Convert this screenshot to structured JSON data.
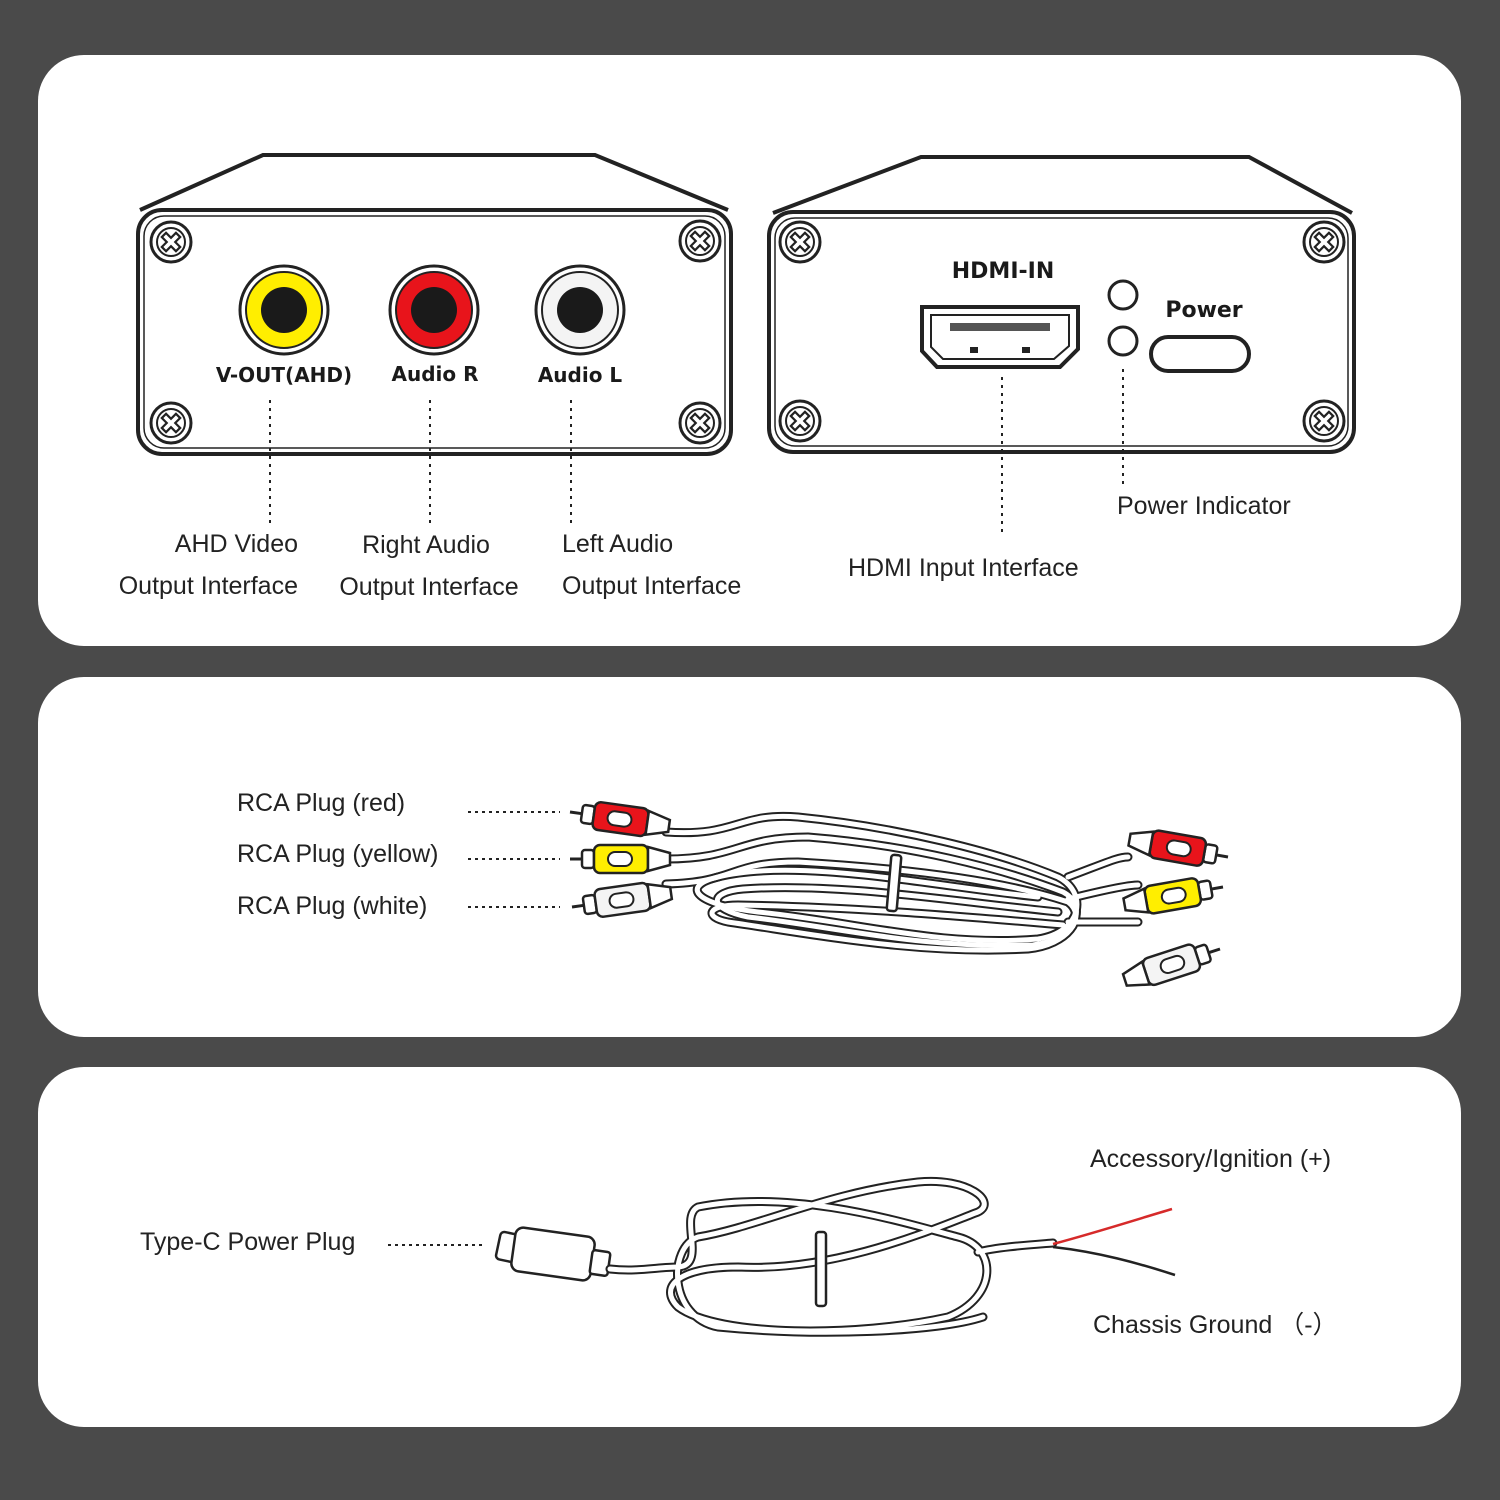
{
  "colors": {
    "background": "#4a4a4a",
    "panel": "#ffffff",
    "yellow": "#ffee00",
    "red": "#e8141b",
    "white_jack": "#f4f4f4",
    "line": "#222222"
  },
  "top_panel": {
    "rear_plate": {
      "ports": [
        {
          "label": "V-OUT(AHD)",
          "color": "yellow",
          "callout": [
            "AHD Video",
            "Output Interface"
          ]
        },
        {
          "label": "Audio R",
          "color": "red",
          "callout": [
            "Right Audio",
            "Output Interface"
          ]
        },
        {
          "label": "Audio L",
          "color": "white",
          "callout": [
            "Left Audio",
            "Output Interface"
          ]
        }
      ]
    },
    "front_plate": {
      "hdmi_label": "HDMI-IN",
      "power_label": "Power",
      "hdmi_callout": "HDMI Input Interface",
      "indicator_callout": "Power Indicator"
    }
  },
  "middle_panel": {
    "plugs": [
      {
        "label": "RCA Plug (red)",
        "color": "red"
      },
      {
        "label": "RCA Plug (yellow)",
        "color": "yellow"
      },
      {
        "label": "RCA Plug (white)",
        "color": "white"
      }
    ]
  },
  "bottom_panel": {
    "plug_label": "Type-C Power Plug",
    "positive_label": "Accessory/Ignition (+)",
    "negative_label": "Chassis Ground （-）"
  }
}
